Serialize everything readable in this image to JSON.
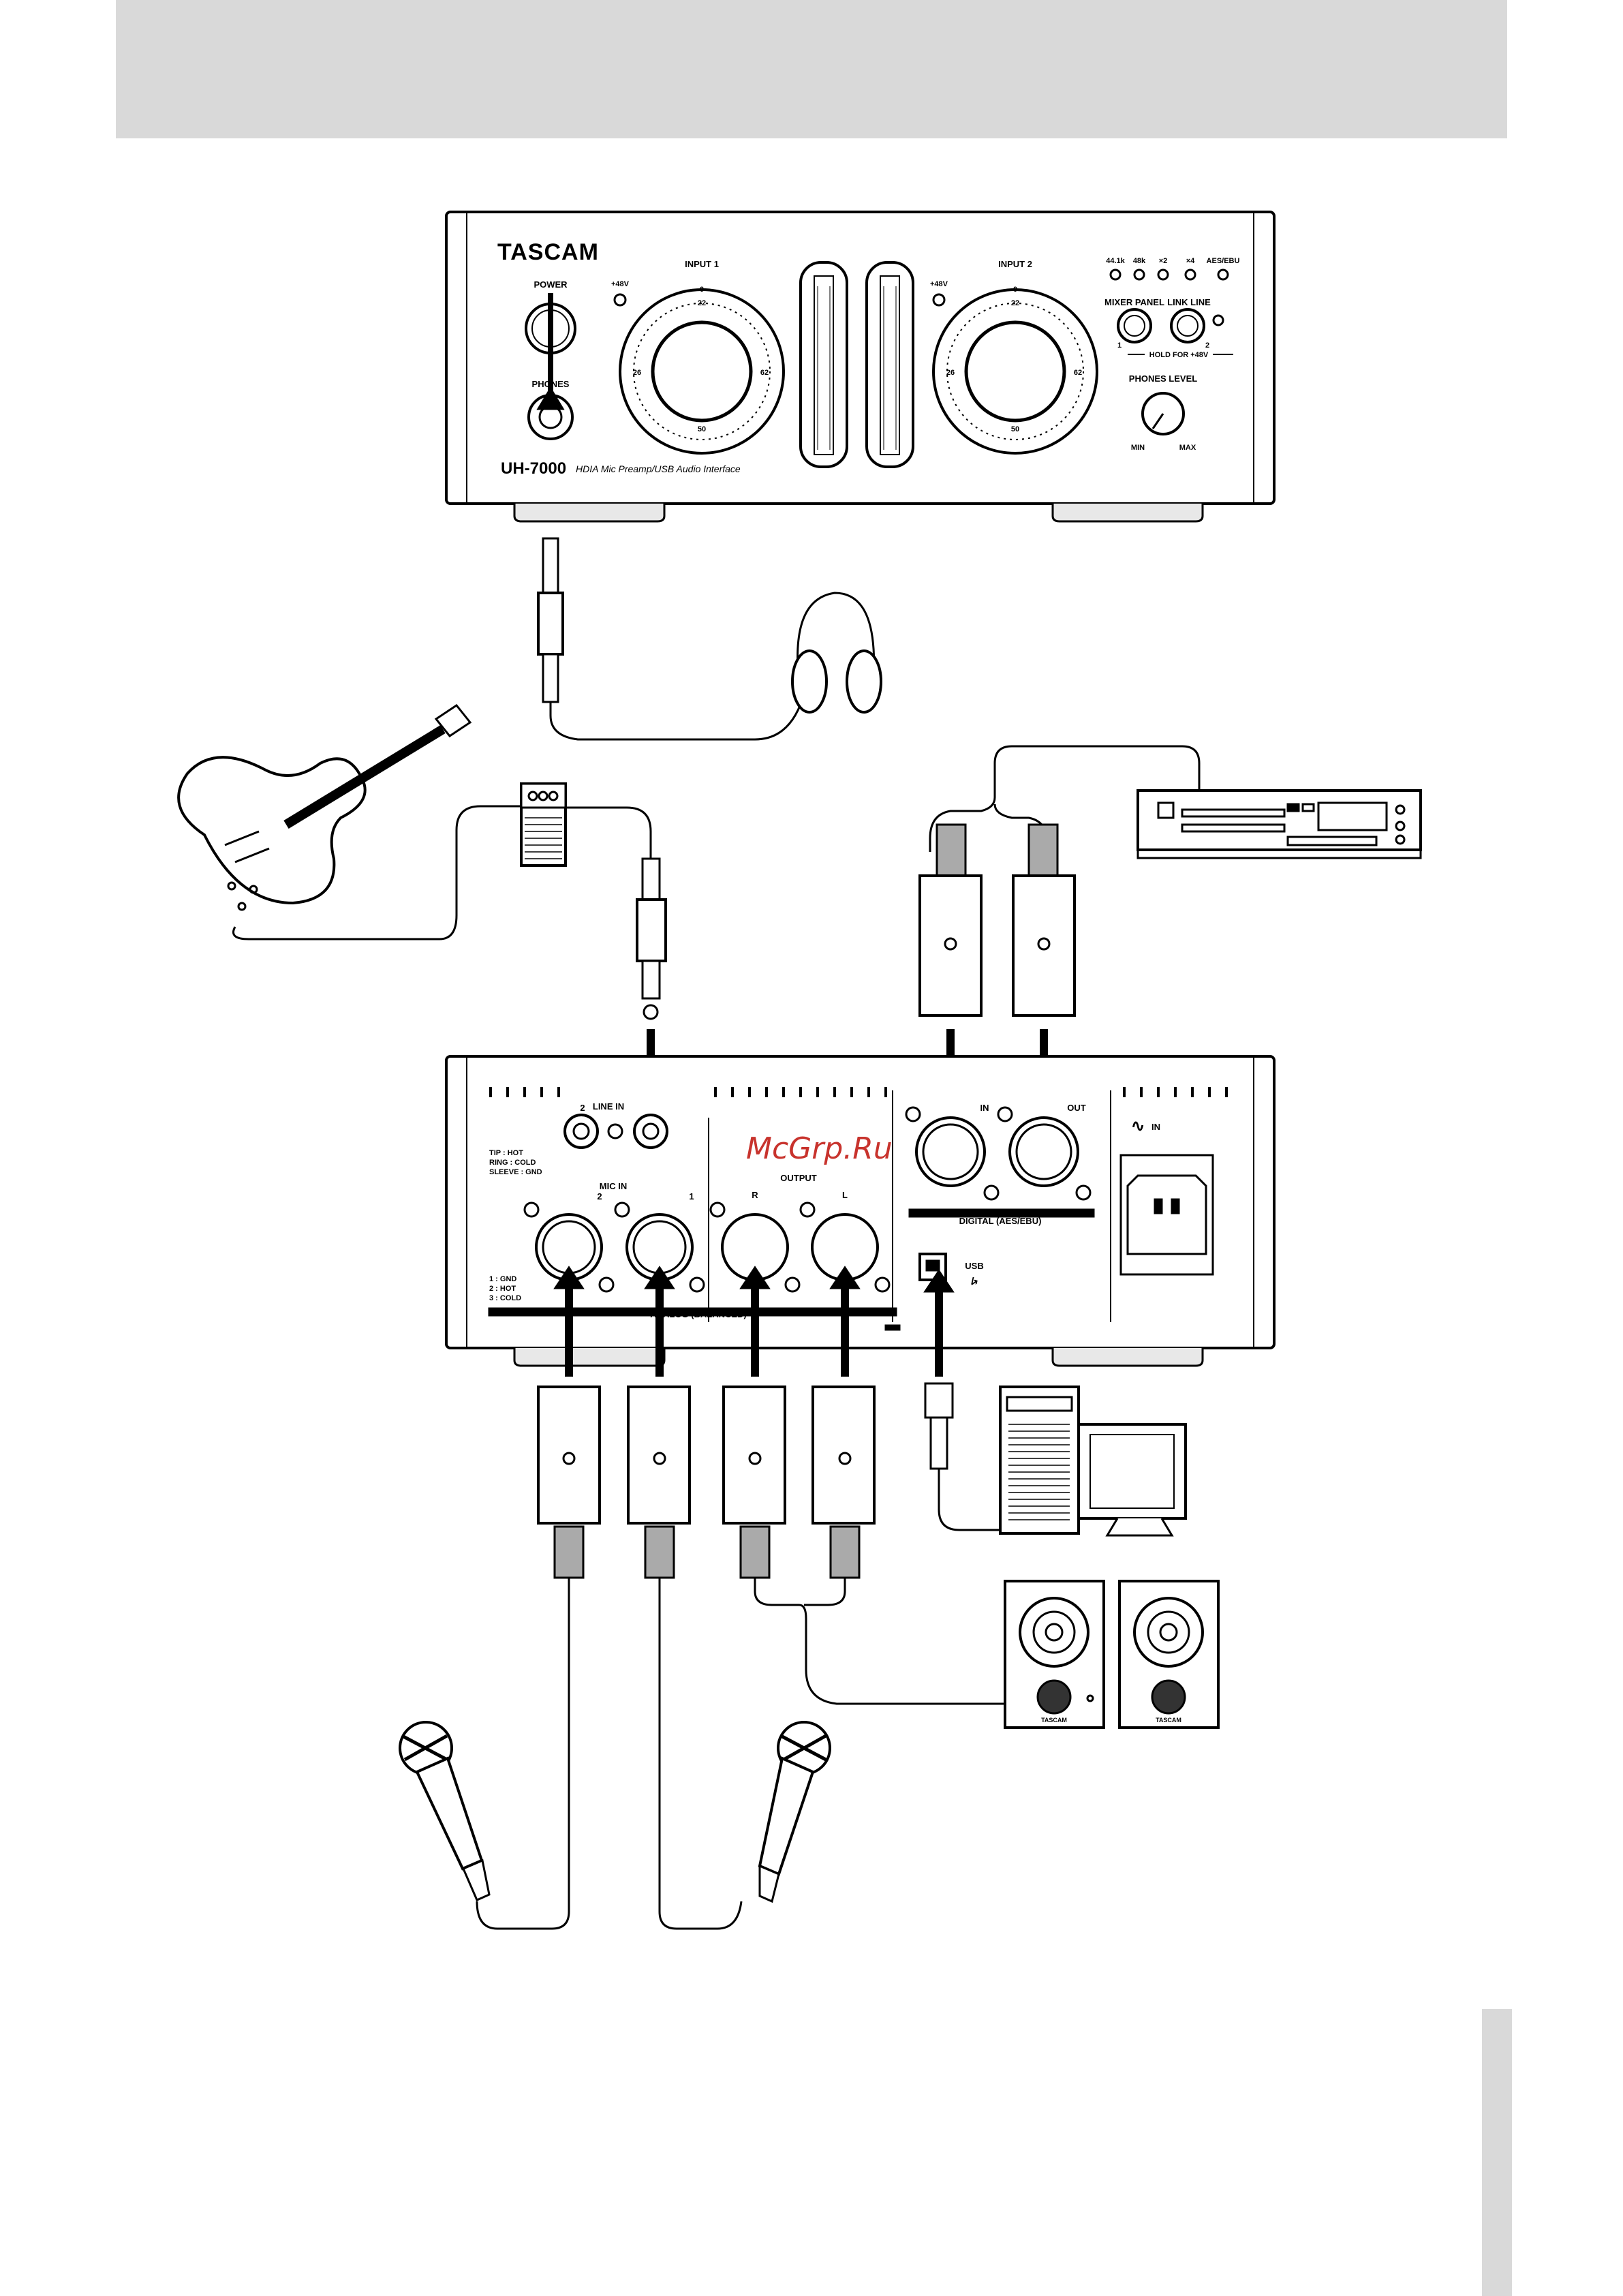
{
  "front_panel": {
    "brand": "TASCAM",
    "model": "UH-7000",
    "subtitle": "HDIA Mic Preamp/USB Audio Interface",
    "power_label": "POWER",
    "phones_label": "PHONES",
    "phantom_label_1": "+48V",
    "phantom_label_2": "+48V",
    "input1_label": "INPUT 1",
    "input2_label": "INPUT 2",
    "knob_scale": [
      "0",
      "22",
      "26",
      "50",
      "62"
    ],
    "rate_labels": [
      "44.1k",
      "48k",
      "×2",
      "×4",
      "AES/EBU"
    ],
    "mixer_panel_label": "MIXER PANEL",
    "link_line_label": "LINK LINE",
    "hold_label": "HOLD FOR +48V",
    "hold_num_1": "1",
    "hold_num_2": "2",
    "phones_level_label": "PHONES LEVEL",
    "min_label": "MIN",
    "max_label": "MAX"
  },
  "rear_panel": {
    "line_in_label": "LINE IN",
    "line_in_num": "2",
    "trs_lines": [
      "TIP : HOT",
      "RING : COLD",
      "SLEEVE : GND"
    ],
    "mic_in_label": "MIC IN",
    "mic_num_2": "2",
    "mic_num_1": "1",
    "xlr_lines": [
      "1 : GND",
      "2 : HOT",
      "3 : COLD"
    ],
    "output_label": "OUTPUT",
    "out_r": "R",
    "out_l": "L",
    "analog_label": "ANALOG (BALANCED)",
    "digital_in": "IN",
    "digital_out": "OUT",
    "digital_label": "DIGITAL (AES/EBU)",
    "usb_label": "USB",
    "ac_in_label": "IN",
    "ac_symbol": "∿"
  },
  "watermark": "McGrp.Ru",
  "monitor_brand_1": "TASCAM",
  "monitor_brand_2": "TASCAM"
}
